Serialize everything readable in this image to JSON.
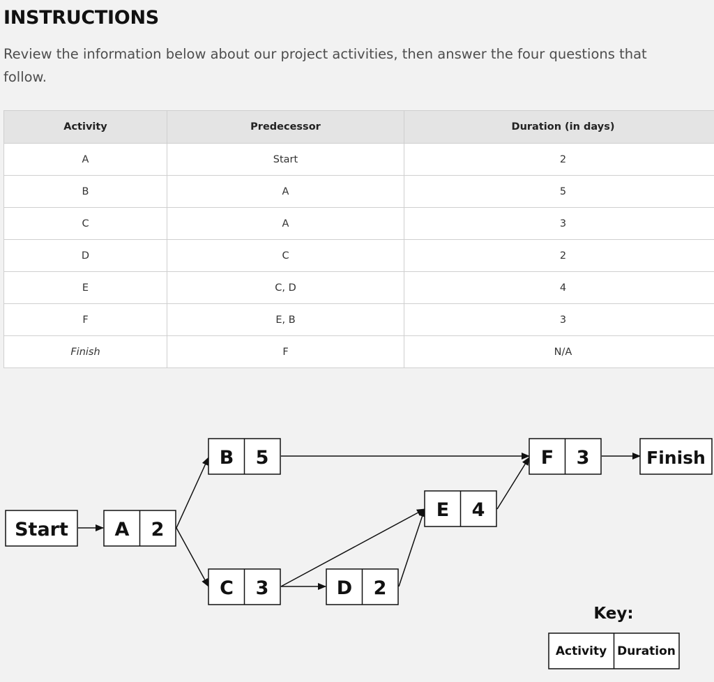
{
  "heading": "INSTRUCTIONS",
  "intro": "Review the information below about our project activities, then answer the four questions that follow.",
  "table": {
    "headers": [
      "Activity",
      "Predecessor",
      "Duration (in days)"
    ],
    "rows": [
      {
        "activity": "A",
        "predecessor": "Start",
        "duration": "2"
      },
      {
        "activity": "B",
        "predecessor": "A",
        "duration": "5"
      },
      {
        "activity": "C",
        "predecessor": "A",
        "duration": "3"
      },
      {
        "activity": "D",
        "predecessor": "C",
        "duration": "2"
      },
      {
        "activity": "E",
        "predecessor": "C, D",
        "duration": "4"
      },
      {
        "activity": "F",
        "predecessor": "E, B",
        "duration": "3"
      },
      {
        "activity": "Finish",
        "predecessor": "F",
        "duration": "N/A"
      }
    ]
  },
  "network": {
    "start_label": "Start",
    "finish_label": "Finish",
    "nodes": {
      "a": {
        "activity": "A",
        "duration": "2"
      },
      "b": {
        "activity": "B",
        "duration": "5"
      },
      "c": {
        "activity": "C",
        "duration": "3"
      },
      "d": {
        "activity": "D",
        "duration": "2"
      },
      "e": {
        "activity": "E",
        "duration": "4"
      },
      "f": {
        "activity": "F",
        "duration": "3"
      }
    },
    "key": {
      "title": "Key:",
      "activity_label": "Activity",
      "duration_label": "Duration"
    }
  }
}
